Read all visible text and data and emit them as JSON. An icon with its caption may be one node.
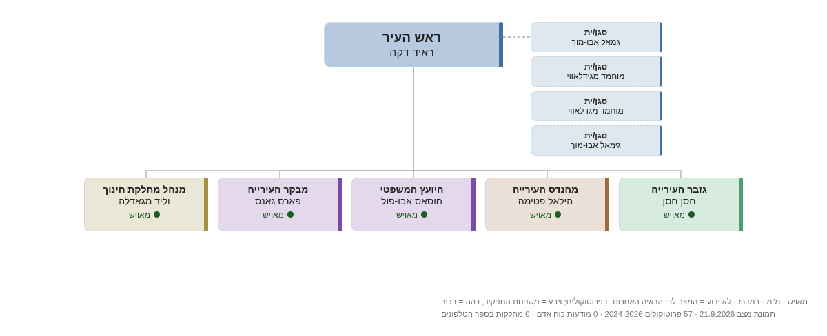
{
  "diagram": {
    "nodes": [
      {
        "text": [
          "ראש העיר",
          "ראיד דקה"
        ]
      },
      {
        "text": [
          "סגן/ית",
          "גמאל אבו-מוך"
        ]
      },
      {
        "text": [
          "סגן/ית",
          "מוחמד מגידלאווי"
        ]
      },
      {
        "text": [
          "סגן/ית",
          "מוחמד מגדלאווי"
        ]
      },
      {
        "text": [
          "סגן/ית",
          "גימאל אבו-מוך"
        ]
      },
      {
        "text": [
          "גזבר העירייה",
          "חסן חסן",
          "מאויש"
        ]
      },
      {
        "text": [
          "מהנדס העירייה",
          "הילאל פטימה",
          "מאויש"
        ]
      },
      {
        "text": [
          "היועץ המשפטי",
          "חוסאס אבו-פול",
          "מאויש"
        ]
      },
      {
        "text": [
          "מבקר העירייה",
          "פארס גאנס",
          "מאויש"
        ]
      },
      {
        "text": [
          "מנהל מחלקת חינוך",
          "וליד מגאדלה",
          "מאויש"
        ]
      }
    ],
    "edges": [
      {
        "from": 0,
        "to": 1,
        "arrow": "none",
        "style": "dashed"
      },
      {
        "from": 0,
        "to": 5,
        "arrow": "none"
      },
      {
        "from": 0,
        "to": 6,
        "arrow": "none"
      },
      {
        "from": 0,
        "to": 7,
        "arrow": "none"
      },
      {
        "from": 0,
        "to": 8,
        "arrow": "none"
      },
      {
        "from": 0,
        "to": 9,
        "arrow": "none"
      }
    ],
    "labels": [
      "מאויש · מ\"מ · במכרז · לא ידוע = המצב לפי הראיה האחרונה בפרוטוקולים; צבע = משפחת התפקיד, כהה = בכיר",
      "תמונת מצב 21.9.2026 · 57 פרוטוקולים 2024-2026 · 0 מודעות כוח אדם · 0 מחלקות בספר הטלפונים"
    ]
  }
}
